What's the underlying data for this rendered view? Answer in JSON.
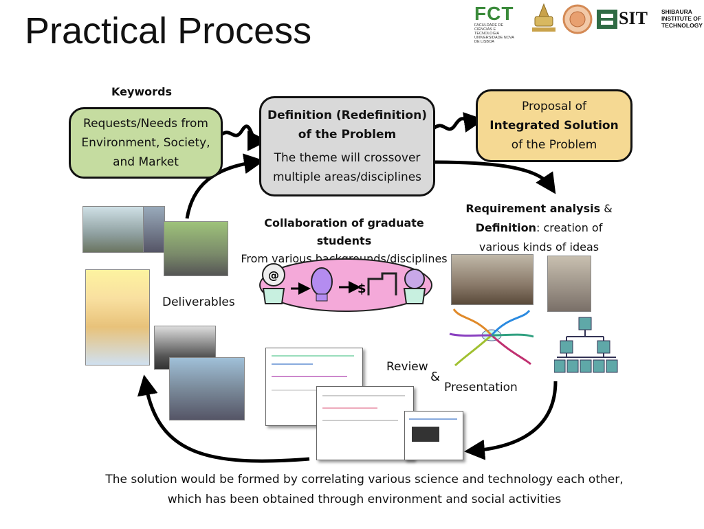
{
  "slide": {
    "title": "Practical Process"
  },
  "logos": {
    "fct_name": "FCT",
    "fct_line1": "FACULDADE DE",
    "fct_line2": "CIÊNCIAS E TECNOLOGIA",
    "fct_line3": "UNIVERSIDADE NOVA DE LISBOA",
    "sit_name": "SIT",
    "sit_line1": "SHIBAURA",
    "sit_line2": "INSTITUTE OF",
    "sit_line3": "TECHNOLOGY"
  },
  "keywords": {
    "heading": "Keywords",
    "line1": "Requests/Needs from",
    "line2": "Environment, Society,",
    "line3": "and Market"
  },
  "definition": {
    "title1": "Definition (Redefinition)",
    "title2": "of the Problem",
    "line1": "The theme will crossover",
    "line2": "multiple areas/disciplines"
  },
  "proposal": {
    "line1": "Proposal of",
    "line2": "Integrated Solution",
    "line3": "of the Problem"
  },
  "requirement": {
    "bold1": "Requirement analysis",
    "amp": " &",
    "bold2": "Definition",
    "rest": ": creation of",
    "line3": "various kinds of ideas"
  },
  "collaboration": {
    "title": "Collaboration of graduate students",
    "subtitle": "From various backgrounds/disciplines"
  },
  "deliverables": {
    "label": "Deliverables"
  },
  "review": {
    "review": "Review",
    "amp": "&",
    "presentation": "Presentation"
  },
  "footer": {
    "line1": "The solution would be formed by correlating various science and technology each other,",
    "line2": "which has been obtained through environment and social activities"
  },
  "colors": {
    "keywords_fill": "#c5dca0",
    "definition_fill": "#d9d9d9",
    "proposal_fill": "#f5d993",
    "ellipse_fill": "#f4a9d9",
    "org_chart_fill": "#5fa8a8"
  }
}
